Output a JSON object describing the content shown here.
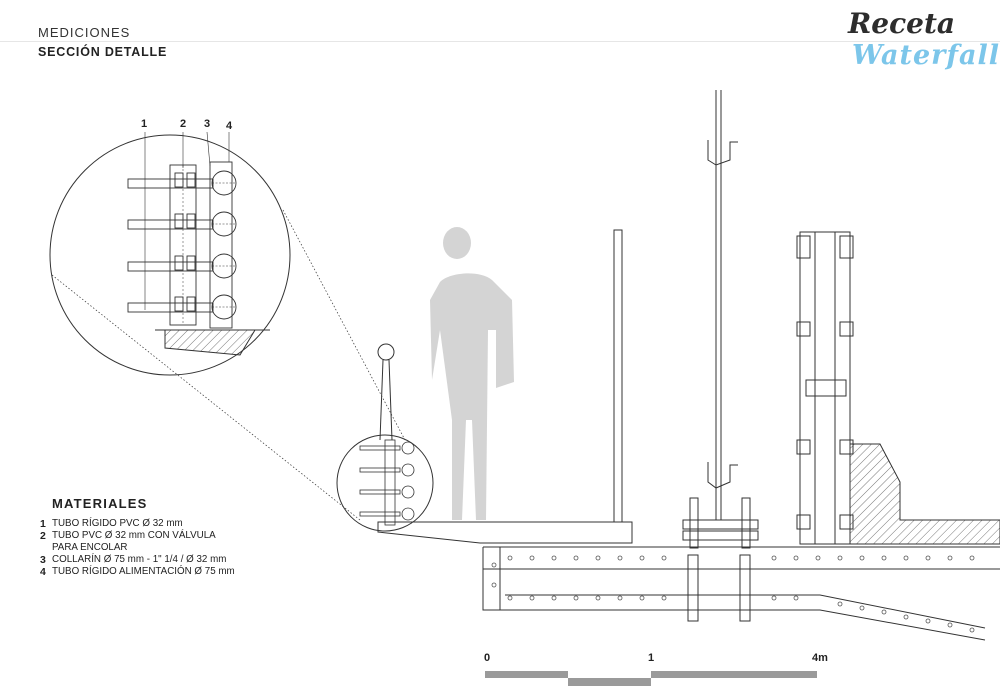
{
  "header": {
    "section": "MEDICIONES",
    "subtitle": "SECCIÓN DETALLE",
    "brand_line1": "Receta",
    "brand_line2": "Waterfall"
  },
  "materials": {
    "title": "MATERIALES",
    "items": [
      {
        "num": "1",
        "text": "TUBO RÍGIDO PVC Ø 32 mm"
      },
      {
        "num": "2",
        "text": "TUBO PVC Ø 32 mm CON VÁLVULA PARA ENCOLAR"
      },
      {
        "num": "3",
        "text": "COLLARÍN Ø 75 mm - 1\" 1/4 / Ø 32 mm"
      },
      {
        "num": "4",
        "text": "TUBO RÍGIDO ALIMENTACIÓN Ø 75 mm"
      }
    ]
  },
  "callouts": [
    "1",
    "2",
    "3",
    "4"
  ],
  "scale": {
    "labels": [
      "0",
      "1",
      "4m"
    ]
  },
  "colors": {
    "brand_accent": "#7cc6ea",
    "silhouette": "#d4d4d4",
    "line": "#333333"
  }
}
